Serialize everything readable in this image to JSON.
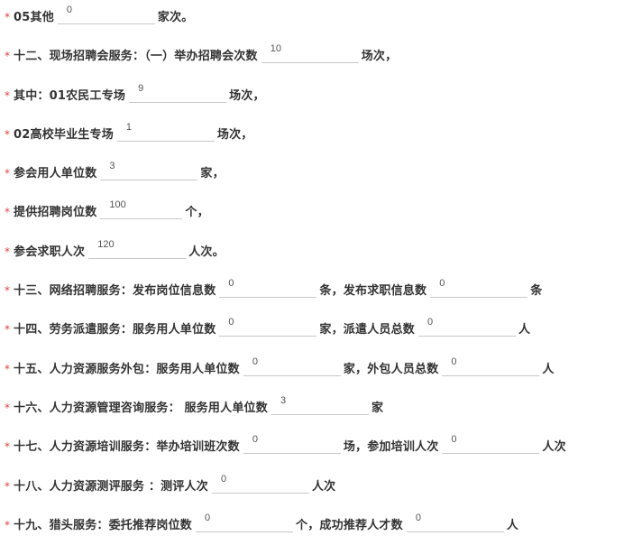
{
  "rows": [
    {
      "label": "05其他",
      "v1": "0",
      "u1": "家次。"
    },
    {
      "label": "十二、现场招聘会服务：（一）举办招聘会次数",
      "v1": "10",
      "u1": "场次，"
    },
    {
      "label": "其中：01农民工专场",
      "v1": "9",
      "u1": "场次，"
    },
    {
      "label": "02高校毕业生专场",
      "v1": "1",
      "u1": "场次，"
    },
    {
      "label": "参会用人单位数",
      "v1": "3",
      "u1": "家，"
    },
    {
      "label": "提供招聘岗位数",
      "v1": "100",
      "u1": "个，"
    },
    {
      "label": "参会求职人次",
      "v1": "120",
      "u1": "人次。"
    },
    {
      "label": "十三、网络招聘服务：发布岗位信息数",
      "v1": "0",
      "u1": "条，发布求职信息数",
      "v2": "0",
      "u2": "条"
    },
    {
      "label": "十四、劳务派遣服务：服务用人单位数",
      "v1": "0",
      "u1": "家，派遣人员总数",
      "v2": "0",
      "u2": "人"
    },
    {
      "label": "十五、人力资源服务外包：服务用人单位数",
      "v1": "0",
      "u1": "家，外包人员总数",
      "v2": "0",
      "u2": "人"
    },
    {
      "label": "十六、人力资源管理咨询服务： 服务用人单位数",
      "v1": "3",
      "u1": "家"
    },
    {
      "label": "十七、人力资源培训服务：举办培训班次数",
      "v1": "0",
      "u1": "场，参加培训人次",
      "v2": "0",
      "u2": "人次"
    },
    {
      "label": "十八、人力资源测评服务 ：测评人次",
      "v1": "0",
      "u1": "人次"
    },
    {
      "label": "十九、猎头服务：委托推荐岗位数",
      "v1": "0",
      "u1": "个，成功推荐人才数",
      "v2": "0",
      "u2": "人"
    }
  ],
  "required_mark": "*"
}
